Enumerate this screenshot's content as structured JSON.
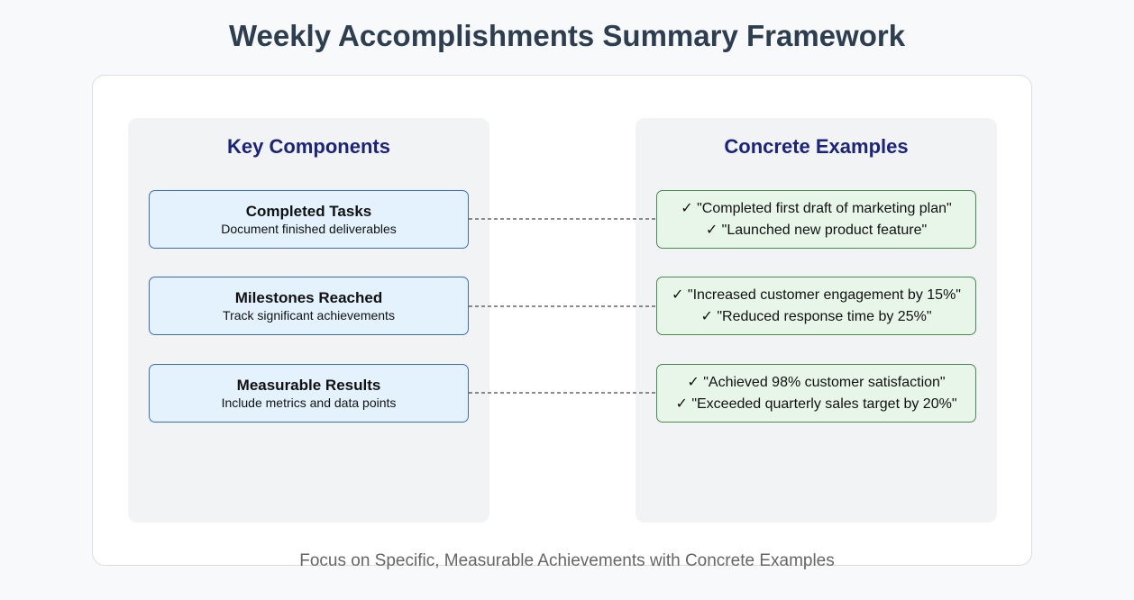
{
  "title": "Weekly Accomplishments Summary Framework",
  "left_column": {
    "title": "Key Components",
    "items": [
      {
        "name": "Completed Tasks",
        "description": "Document finished deliverables"
      },
      {
        "name": "Milestones Reached",
        "description": "Track significant achievements"
      },
      {
        "name": "Measurable Results",
        "description": "Include metrics and data points"
      }
    ]
  },
  "right_column": {
    "title": "Concrete Examples",
    "items": [
      {
        "lines": [
          "✓ \"Completed first draft of marketing plan\"",
          "✓ \"Launched new product feature\""
        ]
      },
      {
        "lines": [
          "✓ \"Increased customer engagement by 15%\"",
          "✓ \"Reduced response time by 25%\""
        ]
      },
      {
        "lines": [
          "✓ \"Achieved 98% customer satisfaction\"",
          "✓ \"Exceeded quarterly sales target by 20%\""
        ]
      }
    ]
  },
  "footer": "Focus on Specific, Measurable Achievements with Concrete Examples",
  "colors": {
    "title": "#2c3e50",
    "column_title": "#1a237e",
    "component_fill": "#e3f2fd",
    "component_border": "#3a6fc4",
    "example_fill": "#e8f5e9",
    "example_border": "#4a8a4f",
    "connector": "#666666"
  }
}
